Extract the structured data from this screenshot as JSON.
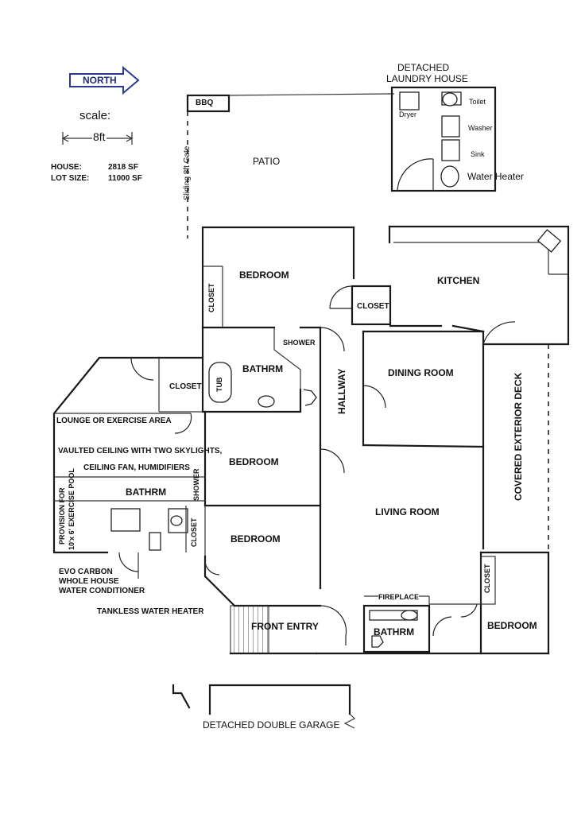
{
  "legend": {
    "north_label": "NORTH",
    "scale_label": "scale:",
    "scale_value": "8ft",
    "house_label": "HOUSE:",
    "house_value": "2818 SF",
    "lot_label": "LOT SIZE:",
    "lot_value": "11000 SF"
  },
  "laundry": {
    "title_line1": "DETACHED",
    "title_line2": "LAUNDRY HOUSE",
    "toilet": "Toilet",
    "dryer": "Dryer",
    "washer": "Washer",
    "sink": "Sink",
    "water_heater": "Water Heater"
  },
  "exterior": {
    "bbq": "BBQ",
    "gate": "Sliding 8ft Gate",
    "patio": "PATIO",
    "covered_deck": "COVERED EXTERIOR DECK",
    "garage": "DETACHED DOUBLE GARAGE"
  },
  "rooms": {
    "bedroom_nw": "BEDROOM",
    "closet_nw": "CLOSET",
    "kitchen": "KITCHEN",
    "closet_hall": "CLOSET",
    "shower_master": "SHOWER",
    "bathroom_master": "BATHRM",
    "tub": "TUB",
    "closet_west": "CLOSET",
    "hallway": "HALLWAY",
    "dining_room": "DINING ROOM",
    "lounge": "LOUNGE OR EXERCISE AREA",
    "vaulted": "VAULTED CEILING WITH TWO SKYLIGHTS,",
    "ceiling_fan": "CEILING FAN, HUMIDIFIERS",
    "bedroom_mid": "BEDROOM",
    "bathroom_sw": "BATHRM",
    "shower_sw": "SHOWER",
    "pool_line1": "PROVISION FOR",
    "pool_line2": "10'x 6' EXERCISE POOL",
    "closet_sw": "CLOSET",
    "bedroom_sw": "BEDROOM",
    "living_room": "LIVING ROOM",
    "closet_se": "CLOSET",
    "fireplace": "FIREPLACE",
    "bathroom_s": "BATHRM",
    "bedroom_se": "BEDROOM",
    "front_entry": "FRONT ENTRY"
  },
  "notes": {
    "evo_line1": "EVO CARBON",
    "evo_line2": "WHOLE HOUSE",
    "evo_line3": "WATER CONDITIONER",
    "tankless": "TANKLESS WATER HEATER"
  }
}
